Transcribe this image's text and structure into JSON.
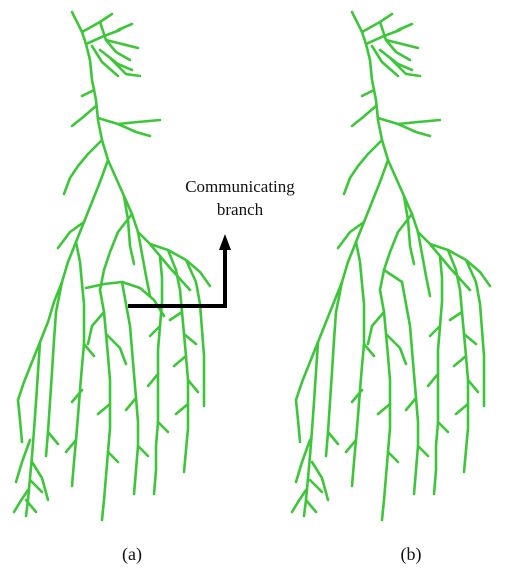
{
  "annotation": {
    "line1": "Communicating",
    "line2": "branch"
  },
  "panels": [
    {
      "label": "(a)"
    },
    {
      "label": "(b)"
    }
  ],
  "colors": {
    "branch": "#3ec63a",
    "arrow": "#000000",
    "background": "#ffffff"
  }
}
